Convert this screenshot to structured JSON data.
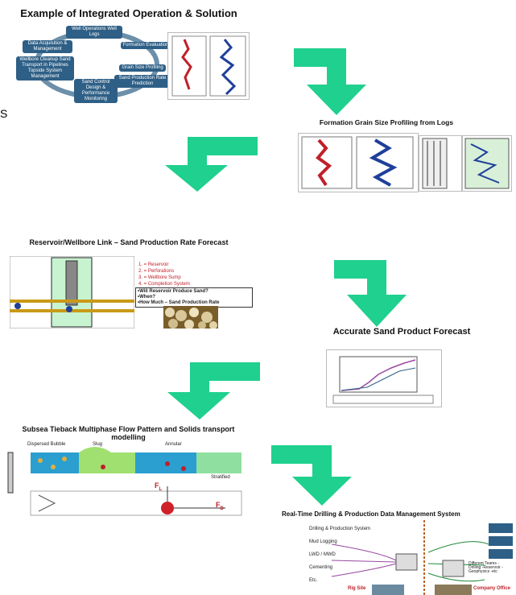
{
  "colors": {
    "arrow": "#1fd08e",
    "cycle": "#2e5f86",
    "blue": "#1f3f9a",
    "red": "#c0202a"
  },
  "panels": {
    "p1": {
      "title": "Example of  Integrated Operation & Solution",
      "cycle": [
        "Well Operations Well Logs",
        "Formation Evaluation",
        "Grain Size Profiling",
        "Sand Production Rate Prediction",
        "Sand Control Design & Performance Monitoring",
        "Wellbore Cleanup Sand Transport in Pipelines Topside System Management",
        "Data Acquisition & Management"
      ]
    },
    "p2": {
      "title": "Formation Grain Size Profiling from Logs"
    },
    "p3": {
      "title": "Reservoir/Wellbore Link – Sand Production  Rate Forecast",
      "list": [
        "1.  = Reservoir",
        "2.  = Perforations",
        "3.  = Wellbore Sump",
        "4.  = Completion System"
      ],
      "questions": [
        "•Will Reservoir Produce  Sand?",
        "•When?",
        "•How Much – Sand Production  Rate"
      ]
    },
    "p4": {
      "title": "Accurate Sand Product Forecast"
    },
    "p5": {
      "title": "Subsea Tieback Multiphase  Flow Pattern and Solids transport modelling",
      "regimes": [
        "Dispersed Bubble",
        "Slug",
        "Annular",
        "Stratified"
      ],
      "forces": [
        "F",
        "F",
        "L",
        "D"
      ]
    },
    "p6": {
      "title": "Real-Time Drilling & Production  Data Management System",
      "labels": [
        "Drilling & Production  System",
        "Mud Logging",
        "LWD / MWD",
        "Cementing",
        "Etc.",
        "Rig Site",
        "Company Office",
        "Different Teams -Drilling -Reservoir -Geophysics -etc"
      ]
    }
  },
  "side_char": "S"
}
